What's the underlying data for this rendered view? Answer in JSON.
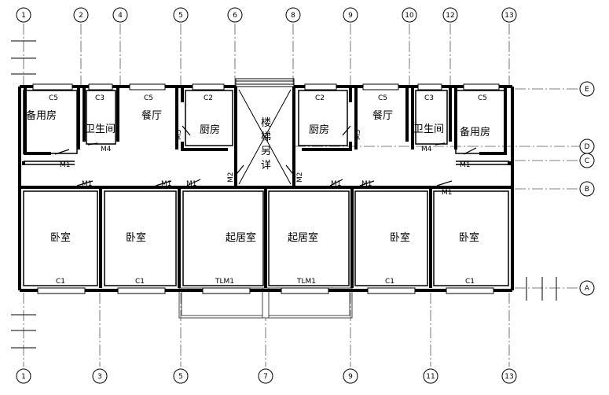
{
  "axes_top": [
    "1",
    "2",
    "4",
    "5",
    "6",
    "8",
    "9",
    "10",
    "12",
    "13"
  ],
  "axes_bottom": [
    "1",
    "3",
    "5",
    "7",
    "9",
    "11",
    "13"
  ],
  "axes_right": [
    "E",
    "D",
    "C",
    "B",
    "A"
  ],
  "rooms": {
    "spare_l": "备用房",
    "toilet_l": "卫生间",
    "dining_l": "餐厅",
    "kitchen_l": "厨房",
    "stair_1": "楼",
    "stair_2": "梯",
    "stair_3": "另",
    "stair_4": "详",
    "kitchen_r": "厨房",
    "dining_r": "餐厅",
    "toilet_r": "卫生间",
    "spare_r": "备用房",
    "bed_1": "卧室",
    "bed_2": "卧室",
    "living_l": "起居室",
    "living_r": "起居室",
    "bed_3": "卧室",
    "bed_4": "卧室"
  },
  "openings": {
    "c5_1": "C5",
    "c3_1": "C3",
    "c5_2": "C5",
    "c2_1": "C2",
    "c2_2": "C2",
    "c5_3": "C5",
    "c3_2": "C3",
    "c5_4": "C5",
    "m3_l": "M3",
    "m3_r": "M3",
    "m4_l": "M4",
    "m4_r": "M4",
    "m1_a": "M1",
    "m1_b": "M1",
    "m1_c": "M1",
    "m1_d": "M1",
    "m1_e": "M1",
    "m1_f": "M1",
    "m1_g": "M1",
    "m1_h": "M1",
    "m2_l": "M2",
    "m2_r": "M2",
    "c1_1": "C1",
    "c1_2": "C1",
    "tlm1_1": "TLM1",
    "tlm1_2": "TLM1",
    "c1_3": "C1",
    "c1_4": "C1"
  },
  "colors": {
    "ink": "#000000",
    "thin": "#444444"
  }
}
